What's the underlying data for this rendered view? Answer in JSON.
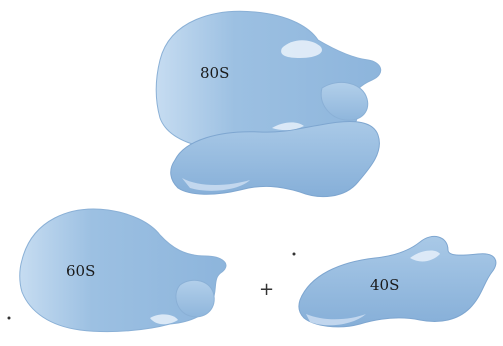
{
  "diagram": {
    "labels": {
      "complete": "80S",
      "large_subunit": "60S",
      "small_subunit": "40S"
    },
    "operator": "+"
  },
  "colors": {
    "body": "#9cc0e2",
    "body_light": "#c6dcf1",
    "body_dark": "#6f9cc9",
    "highlight": "#e6f0fa"
  }
}
